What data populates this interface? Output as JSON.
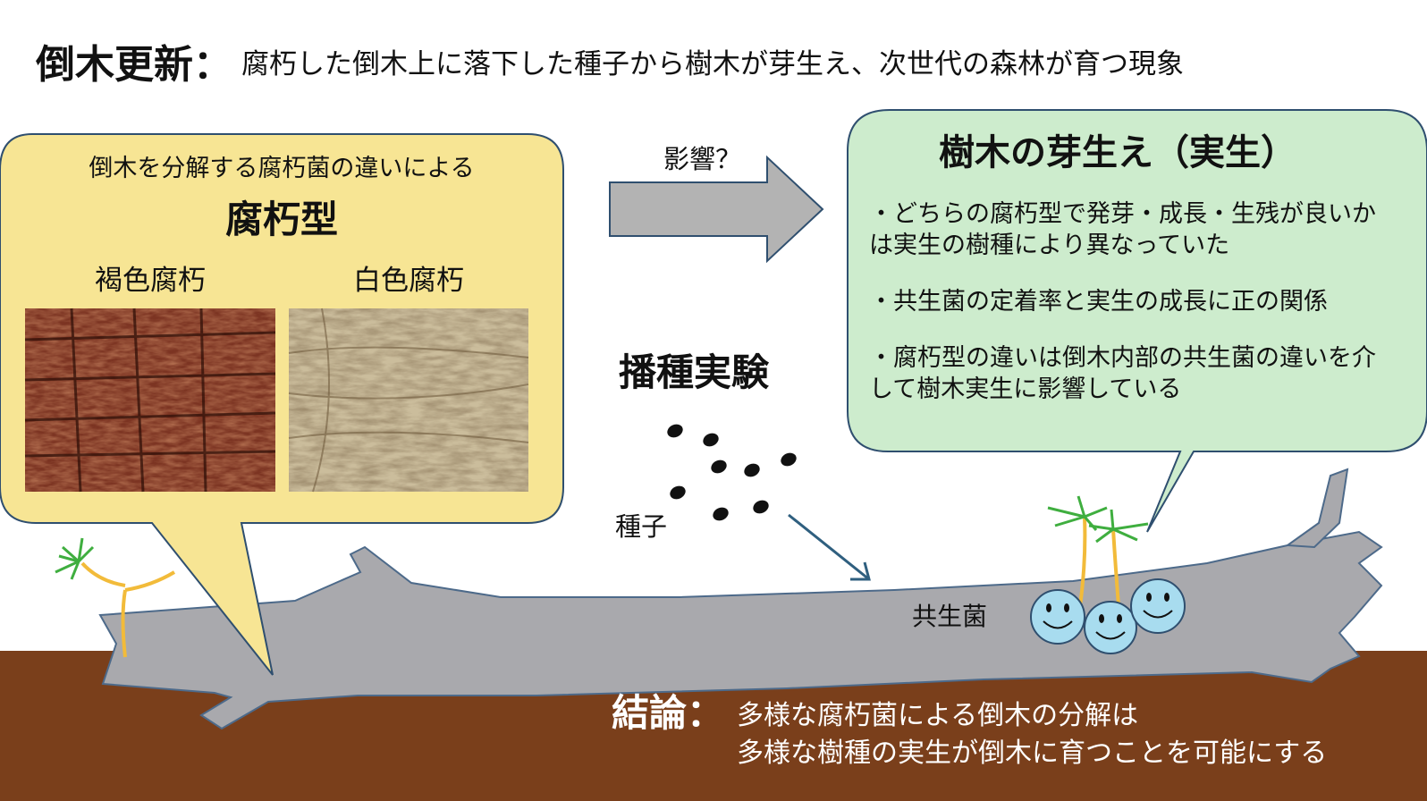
{
  "title": {
    "heading": "倒木更新：",
    "description": "腐朽した倒木上に落下した種子から樹木が芽生え、次世代の森林が育つ現象"
  },
  "decay_box": {
    "subtitle": "倒木を分解する腐朽菌の違いによる",
    "title": "腐朽型",
    "brown_rot_label": "褐色腐朽",
    "white_rot_label": "白色腐朽"
  },
  "influence_label": "影響？",
  "seedling_box": {
    "title": "樹木の芽生え（実生）",
    "findings": [
      "・どちらの腐朽型で発芽・成長・生残が良いかは実生の樹種により異なっていた",
      "・共生菌の定着率と実生の成長に正の関係",
      "・腐朽型の違いは倒木内部の共生菌の違いを介して樹木実生に影響している"
    ]
  },
  "sowing_label": "播種実験",
  "seeds_label": "種子",
  "symbiont_label": "共生菌",
  "conclusion": {
    "heading": "結論：",
    "line1": "多様な腐朽菌による倒木の分解は",
    "line2": "多様な樹種の実生が倒木に育つことを可能にする"
  },
  "colors": {
    "yellow_box": "#f7e594",
    "green_box": "#cdeccd",
    "log": "#a9a9ad",
    "soil": "#7a3f1b",
    "arrow": "#b3b3b3",
    "symbiont": "#a8dcef",
    "seedling_stem": "#f2bb3a",
    "seedling_leaf": "#3fae3f",
    "seed_arrow": "#2f5f7f"
  }
}
